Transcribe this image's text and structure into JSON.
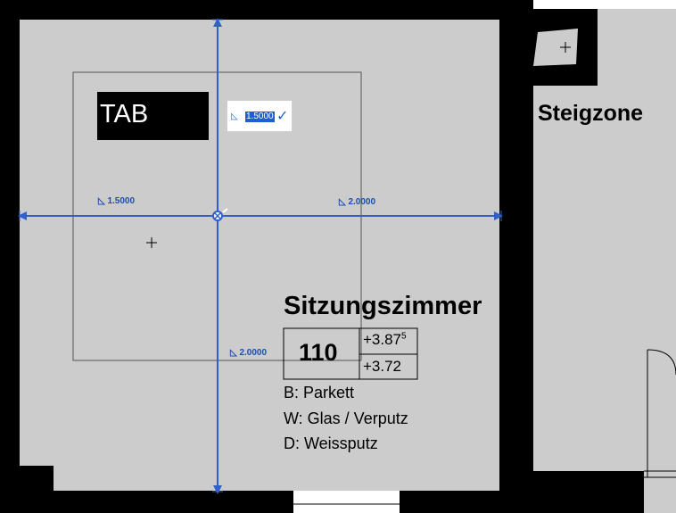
{
  "room_main": {
    "name": "Sitzungszimmer",
    "number": "110",
    "level_top": "+3.87",
    "level_top_suffix": "5",
    "level_bottom": "+3.72",
    "finishes": [
      "B: Parkett",
      "W: Glas / Verputz",
      "D: Weissputz"
    ]
  },
  "room_side": {
    "name": "Steigzone"
  },
  "tab_hint": {
    "label": "TAB"
  },
  "dimension_input": {
    "value": "1.5000"
  },
  "dimensions": {
    "left": "1.5000",
    "right": "2.0000",
    "bottom": "2.0000"
  },
  "colors": {
    "wall": "#000000",
    "floor": "#cccccc",
    "dimension": "#2f5fc8",
    "selection": "#1f5fd6"
  }
}
